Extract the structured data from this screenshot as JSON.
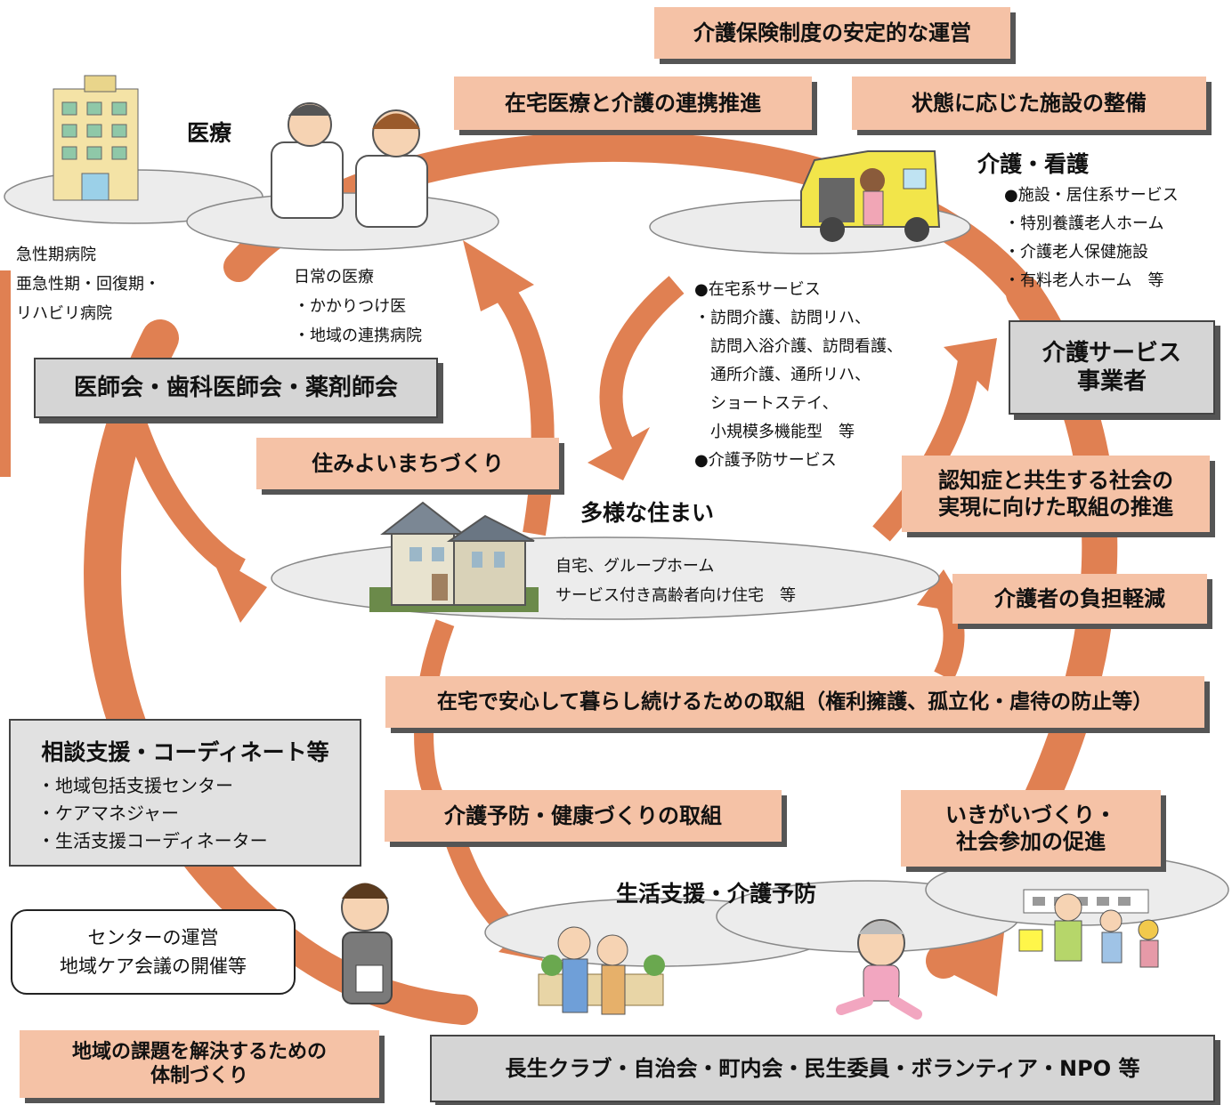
{
  "themes": {
    "stable_operation": "介護保険制度の安定的な運営",
    "home_care_link": "在宅医療と介護の連携推進",
    "facility_maintenance": "状態に応じた施設の整備",
    "livable_town": "住みよいまちづくり",
    "dementia_line1": "認知症と共生する社会の",
    "dementia_line2": "実現に向けた取組の推進",
    "caregiver_burden": "介護者の負担軽減",
    "safe_living": "在宅で安心して暮らし続けるための取組（権利擁護、孤立化・虐待の防止等）",
    "prevention_health": "介護予防・健康づくりの取組",
    "ikigai_line1": "いきがいづくり・",
    "ikigai_line2": "社会参加の促進",
    "regional_issue_line1": "地域の課題を解決するための",
    "regional_issue_line2": "体制づくり"
  },
  "medical": {
    "heading": "医療",
    "hospitals": [
      "急性期病院",
      "亜急性期・回復期・",
      "リハビリ病院"
    ],
    "daily": [
      "日常の医療",
      "・かかりつけ医",
      "・地域の連携病院"
    ],
    "association": "医師会・歯科医師会・薬剤師会"
  },
  "care": {
    "heading": "介護・看護",
    "facility_services": [
      "●施設・居住系サービス",
      "・特別養護老人ホーム",
      "・介護老人保健施設",
      "・有料老人ホーム　等"
    ],
    "home_services": [
      "●在宅系サービス",
      "・訪問介護、訪問リハ、",
      "　訪問入浴介護、訪問看護、",
      "　通所介護、通所リハ、",
      "　ショートステイ、",
      "　小規模多機能型　等",
      "●介護予防サービス"
    ],
    "providers_line1": "介護サービス",
    "providers_line2": "事業者"
  },
  "housing": {
    "heading": "多様な住まい",
    "lines": [
      "自宅、グループホーム",
      "サービス付き高齢者向け住宅　等"
    ]
  },
  "support": {
    "heading": "生活支援・介護予防",
    "organizations": "長生クラブ・自治会・町内会・民生委員・ボランティア・NPO 等"
  },
  "consultation": {
    "title": "相談支援・コーディネート等",
    "items": [
      "・地域包括支援センター",
      "・ケアマネジャー",
      "・生活支援コーディネーター"
    ]
  },
  "center": {
    "lines": [
      "センターの運営",
      "地域ケア会議の開催等"
    ]
  },
  "colors": {
    "arrow": "#e08052",
    "theme_box": "#f5c2a6",
    "gray_box": "#d5d5d5",
    "ellipse": "#ececec"
  },
  "icons": [
    "hospital-building-icon",
    "doctors-icon",
    "welfare-van-icon",
    "house-icon",
    "caregiver-icon",
    "gardening-seniors-icon",
    "exercising-senior-icon",
    "crossing-guard-icon"
  ]
}
